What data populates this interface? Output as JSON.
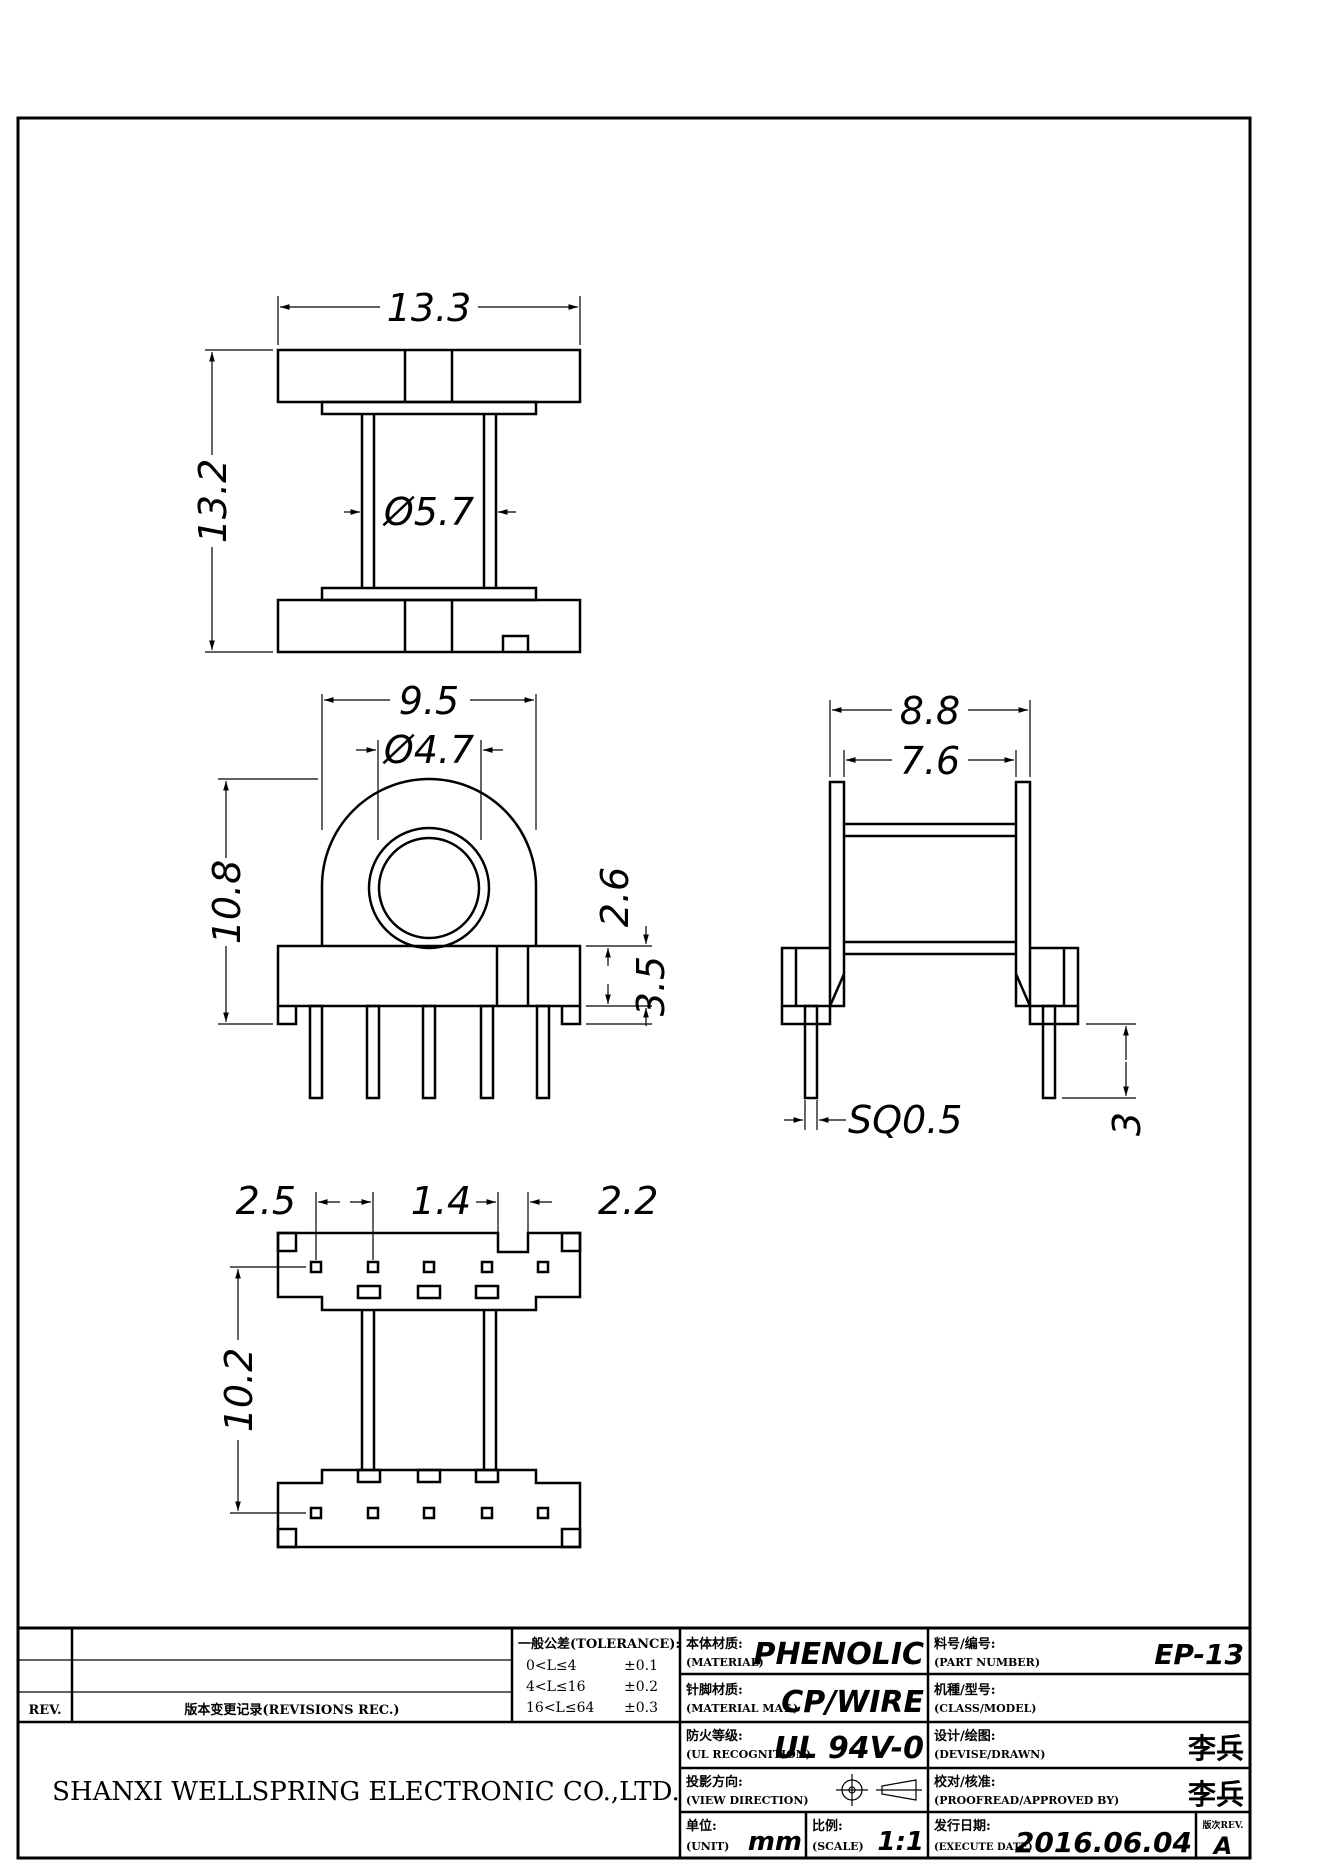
{
  "dimensions": {
    "top_width": "13.3",
    "top_height": "13.2",
    "top_core_dia": "Ø5.7",
    "front_width": "9.5",
    "front_core_dia": "Ø4.7",
    "front_height": "10.8",
    "front_flange_top": "2.6",
    "front_base_height": "3.5",
    "side_outer": "8.8",
    "side_inner": "7.6",
    "pin_square": "SQ0.5",
    "pin_length": "3",
    "bottom_left_pitch": "2.5",
    "bottom_pitch": "1.4",
    "bottom_right_pitch": "2.2",
    "bottom_height": "10.2"
  },
  "title_block": {
    "tolerance_title": "一般公差(TOLERANCE):",
    "tol_rows": [
      {
        "range": "0<L≤4",
        "value": "±0.1"
      },
      {
        "range": "4<L≤16",
        "value": "±0.2"
      },
      {
        "range": "16<L≤64",
        "value": "±0.3"
      }
    ],
    "rev_label": "REV.",
    "revisions_label": "版本变更记录(REVISIONS REC.)",
    "company": "SHANXI WELLSPRING ELECTRONIC CO.,LTD.",
    "material_cn": "本体材质:",
    "material_en": "(MATERIAL)",
    "material_value": "PHENOLIC",
    "pin_mat_cn": "针脚材质:",
    "pin_mat_en": "(MATERIAL MAT.)",
    "pin_mat_value": "CP/WIRE",
    "ul_cn": "防火等级:",
    "ul_en": "(UL RECOGNITION)",
    "ul_value": "UL 94V-0",
    "view_cn": "投影方向:",
    "view_en": "(VIEW DIRECTION)",
    "unit_cn": "单位:",
    "unit_en": "(UNIT)",
    "unit_value": "mm",
    "scale_cn": "比例:",
    "scale_en": "(SCALE)",
    "scale_value": "1:1",
    "part_cn": "料号/编号:",
    "part_en": "(PART NUMBER)",
    "part_value": "EP-13",
    "class_cn": "机種/型号:",
    "class_en": "(CLASS/MODEL)",
    "class_value": "",
    "drawn_cn": "设计/绘图:",
    "drawn_en": "(DEVISE/DRAWN)",
    "drawn_value": "李兵",
    "approved_cn": "校对/核准:",
    "approved_en": "(PROOFREAD/APPROVED BY)",
    "approved_value": "李兵",
    "date_cn": "发行日期:",
    "date_en": "(EXECUTE DATE)",
    "date_value": "2016.06.04",
    "rev_no_label": "版次REV.",
    "rev_no_value": "A"
  }
}
